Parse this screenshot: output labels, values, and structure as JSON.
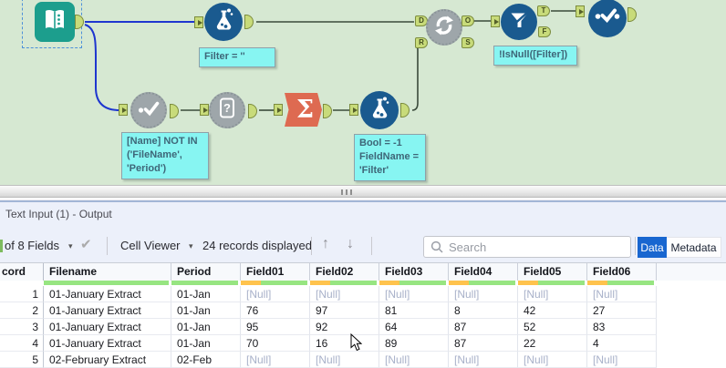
{
  "colors": {
    "canvas_bg": "#D6E8D2",
    "tool_navy": "#1A5A8F",
    "tool_gray": "#9EA6AA",
    "tool_teal": "#1C9E8D",
    "summarize_orange": "#DE6A51",
    "anchor_fill": "#C8DB7A",
    "annotation_bg": "#87F5F2",
    "wire_blue": "#1E36CF",
    "wire_dark": "#3A4A3A",
    "quality_green": "#97E581",
    "quality_orange": "#FFC34D",
    "active_tab_blue": "#1866D0"
  },
  "canvas": {
    "summarize_glyph": "Σ",
    "rename_glyph": "?",
    "anchors": {
      "d": "D",
      "r": "R",
      "o": "O",
      "s": "S",
      "t": "T",
      "f": "F"
    },
    "annotations": {
      "formula1": [
        "Filter = ''"
      ],
      "dyn_select": [
        "[Name] NOT IN",
        "('FileName',",
        "'Period')"
      ],
      "formula2": [
        "Bool = -1",
        "FieldName =",
        "'Filter'"
      ],
      "filter": [
        "!IsNull([Filter])"
      ]
    }
  },
  "results": {
    "title": "Text Input (1) - Output",
    "toolbar": {
      "fields_selector": "of 8 Fields",
      "caret": "▾",
      "apply_check": "✔",
      "cell_viewer": "Cell Viewer",
      "records_displayed": "24 records displayed",
      "up_arrow": "↑",
      "down_arrow": "↓",
      "search_placeholder": "Search",
      "tabs": [
        {
          "label": "Data",
          "active": true
        },
        {
          "label": "Metadata",
          "active": false
        }
      ]
    },
    "table": {
      "columns": [
        "cord",
        "Filename",
        "Period",
        "Field01",
        "Field02",
        "Field03",
        "Field04",
        "Field05",
        "Field06"
      ],
      "rows": [
        [
          "1",
          "01-January Extract",
          "01-Jan",
          "[Null]",
          "[Null]",
          "[Null]",
          "[Null]",
          "[Null]",
          "[Null]"
        ],
        [
          "2",
          "01-January Extract",
          "01-Jan",
          "76",
          "97",
          "81",
          "8",
          "42",
          "27"
        ],
        [
          "3",
          "01-January Extract",
          "01-Jan",
          "95",
          "92",
          "64",
          "87",
          "52",
          "83"
        ],
        [
          "4",
          "01-January Extract",
          "01-Jan",
          "70",
          "16",
          "89",
          "87",
          "22",
          "4"
        ],
        [
          "5",
          "02-February Extract",
          "02-Feb",
          "[Null]",
          "[Null]",
          "[Null]",
          "[Null]",
          "[Null]",
          "[Null]"
        ]
      ]
    }
  }
}
